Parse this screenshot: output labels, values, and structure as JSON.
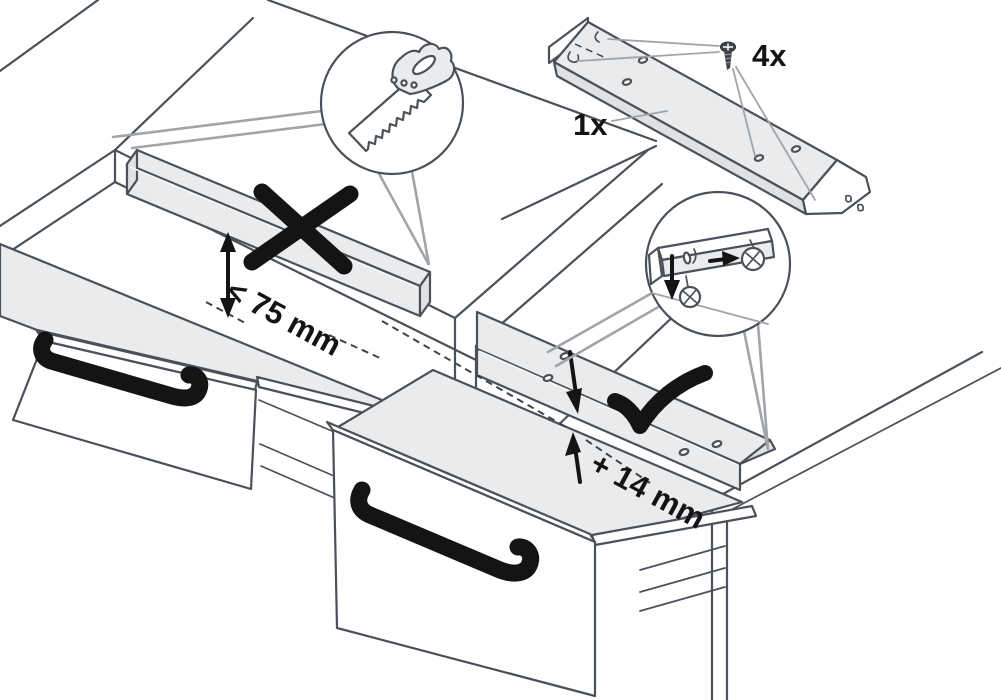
{
  "diagram": {
    "kind": "drawer-rail-assembly-instruction",
    "colors": {
      "outline": "#4b5158",
      "panel_fill": "#ffffff",
      "shade_fill": "#e9ebed",
      "shade_dark": "#dfe2e5",
      "leader": "#a0a5aa",
      "ink": "#141414"
    },
    "parts": {
      "rail": {
        "count_label": "1x",
        "icon": "mounting-rail"
      },
      "screws": {
        "count_label": "4x",
        "icon": "countersunk-screw"
      }
    },
    "wrong_step": {
      "dimension_label": "< 75 mm",
      "mark": "cross-mark",
      "magnifier_icon": "handsaw"
    },
    "correct_step": {
      "dimension_label": "+ 14 mm",
      "mark": "check-mark",
      "magnifier_icon": "bracket-with-screws"
    }
  }
}
